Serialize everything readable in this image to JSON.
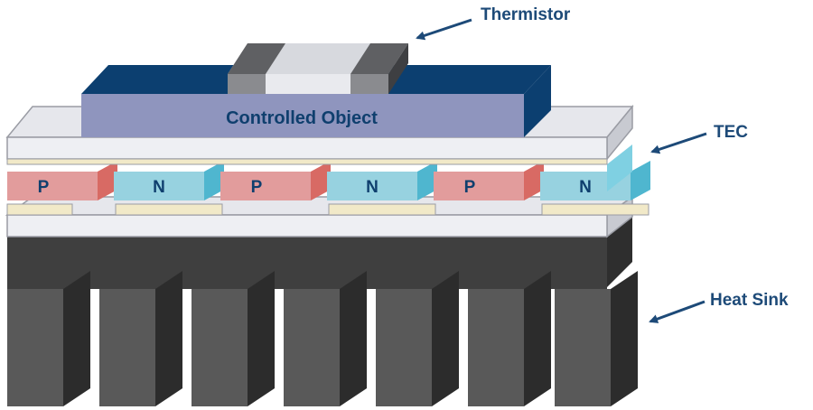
{
  "labels": {
    "thermistor": "Thermistor",
    "controlled_object": "Controlled Object",
    "tec": "TEC",
    "heat_sink": "Heat Sink"
  },
  "elements": [
    {
      "type": "P",
      "label": "P"
    },
    {
      "type": "N",
      "label": "N"
    },
    {
      "type": "P",
      "label": "P"
    },
    {
      "type": "N",
      "label": "N"
    },
    {
      "type": "P",
      "label": "P"
    },
    {
      "type": "N",
      "label": "N"
    }
  ],
  "heat_sink_fin_count": 7,
  "colors": {
    "p_element": "#e29c9c",
    "n_element": "#97d2e0",
    "object": "#8f95be",
    "object_dark": "#0c3f70",
    "heat_sink": "#404040",
    "label": "#1d4a78",
    "arrow": "#1d4a78"
  }
}
